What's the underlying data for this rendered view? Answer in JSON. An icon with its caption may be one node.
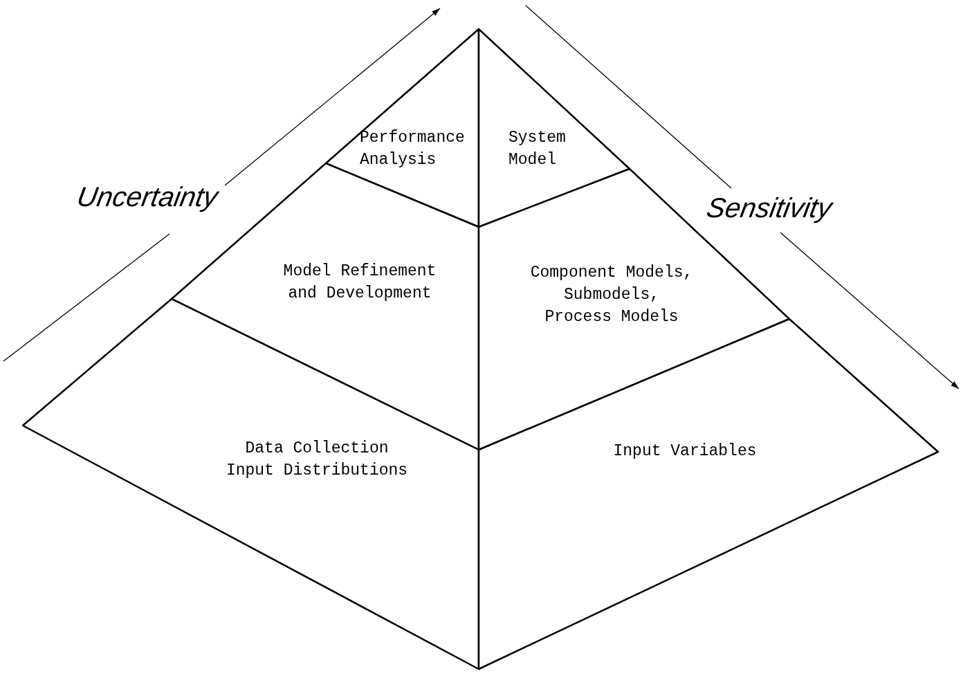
{
  "diagram": {
    "nodes": [
      {
        "text": [
          "Performance Analysis"
        ]
      },
      {
        "text": [
          "System Model"
        ]
      },
      {
        "text": [
          "Model Refinement and Development"
        ]
      },
      {
        "text": [
          "Component Models, Submodels, Process Models"
        ]
      },
      {
        "text": [
          "Data Collection Input Distributions"
        ]
      },
      {
        "text": [
          "Input Variables"
        ]
      }
    ],
    "labels": [
      "Uncertainty",
      "Sensitivity"
    ]
  }
}
